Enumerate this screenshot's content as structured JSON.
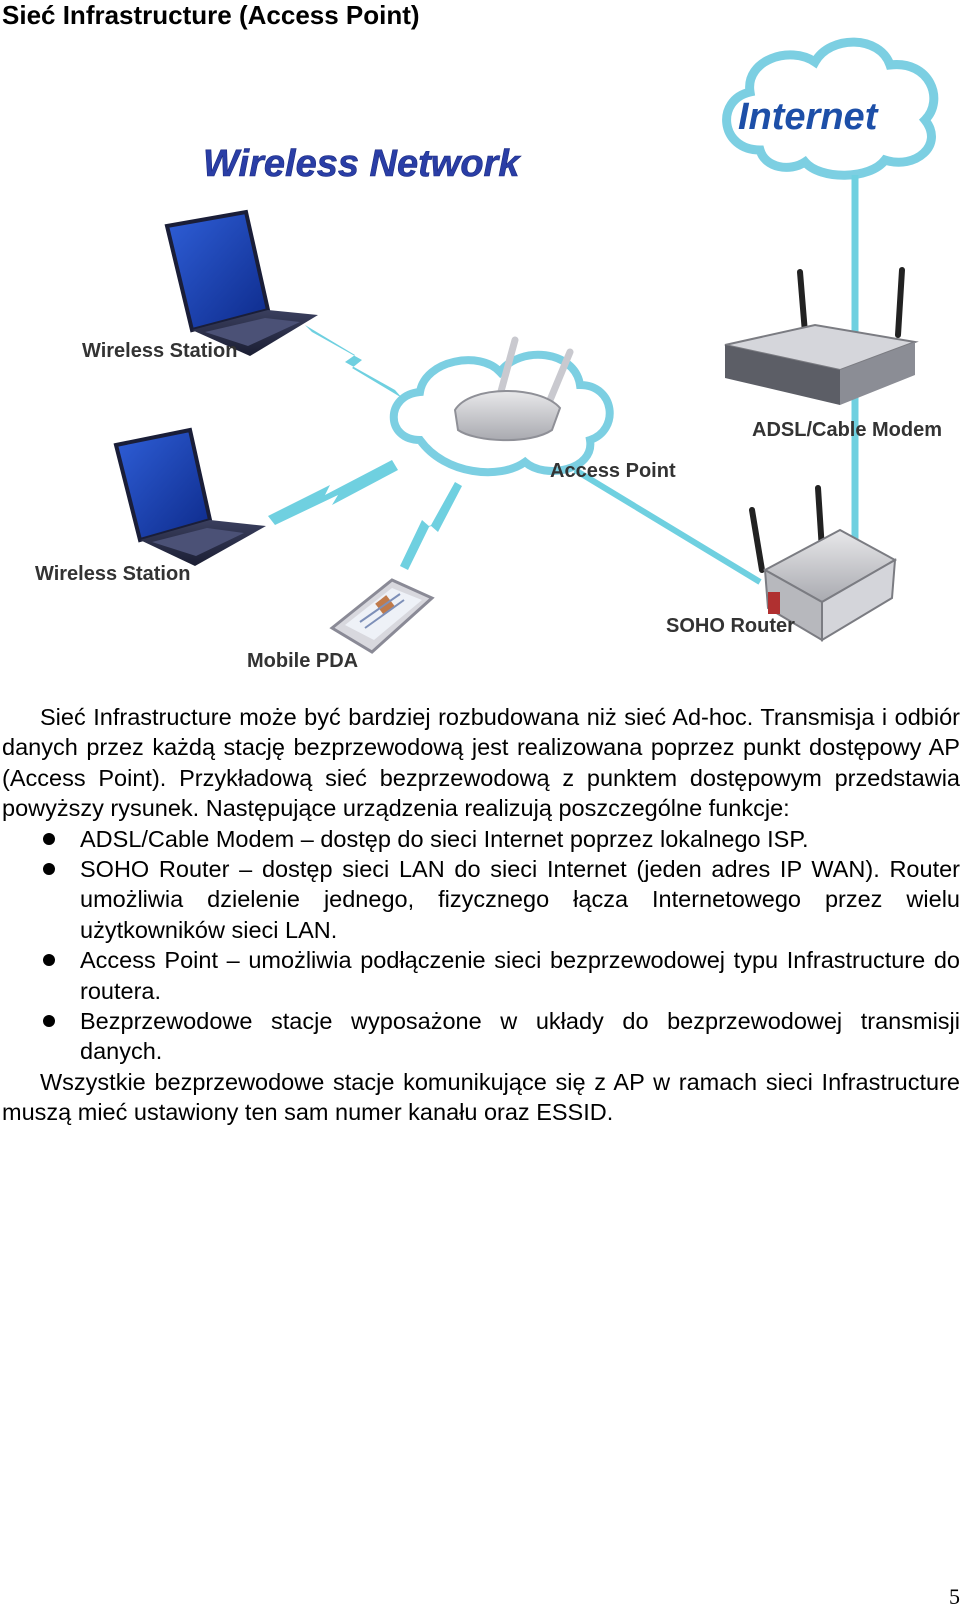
{
  "document": {
    "title": "Sieć Infrastructure (Access Point)",
    "page_number": "5"
  },
  "diagram": {
    "heading": "Wireless Network",
    "internet_label": "Internet",
    "wireless_station_top_label": "Wireless Station",
    "wireless_station_bottom_label": "Wireless Station",
    "mobile_pda_label": "Mobile PDA",
    "access_point_label": "Access Point",
    "adsl_modem_label": "ADSL/Cable Modem",
    "soho_router_label": "SOHO Router",
    "colors": {
      "heading": "#2a3ea6",
      "link": "#6fd0e0",
      "cloud": "#7ccfe2",
      "internet_text": "#1d4fa8"
    }
  },
  "body": {
    "intro": "Sieć Infrastructure może być bardziej rozbudowana niż sieć Ad-hoc. Transmisja i odbiór danych przez każdą stację bezprzewodową jest realizowana poprzez punkt dostępowy AP (Access Point). Przykładową sieć bezprzewodową z punktem dostępowym przedstawia powyższy rysunek. Następujące urządzenia realizują poszczególne funkcje:",
    "bullets": [
      "ADSL/Cable Modem – dostęp do sieci Internet poprzez lokalnego ISP.",
      "SOHO Router – dostęp sieci LAN do sieci Internet (jeden adres IP WAN). Router umożliwia dzielenie jednego, fizycznego łącza Internetowego przez wielu użytkowników sieci LAN.",
      "Access Point – umożliwia podłączenie sieci bezprzewodowej typu Infrastructure do routera.",
      "Bezprzewodowe stacje wyposażone w układy do bezprzewodowej transmisji danych."
    ],
    "outro": "Wszystkie bezprzewodowe stacje komunikujące się z AP w ramach sieci Infrastructure muszą mieć ustawiony ten sam numer kanału oraz ESSID."
  }
}
